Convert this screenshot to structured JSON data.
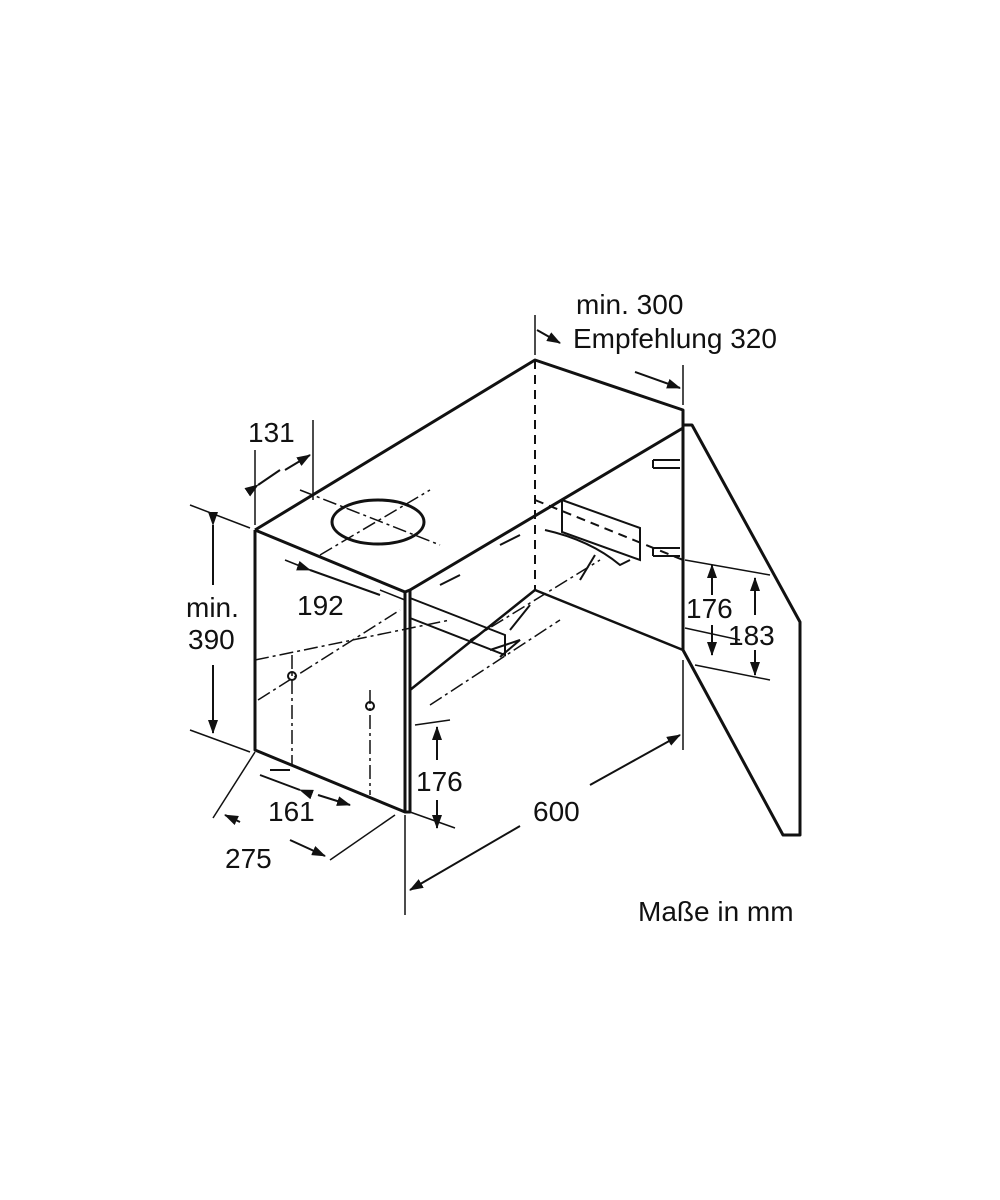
{
  "labels": {
    "min_300": "min. 300",
    "empfehlung_320": "Empfehlung 320",
    "dim_131": "131",
    "dim_192": "192",
    "min": "min.",
    "dim_390": "390",
    "dim_176_right": "176",
    "dim_183": "183",
    "dim_176_bottom": "176",
    "dim_161": "161",
    "dim_275": "275",
    "dim_600": "600",
    "units": "Maße in mm"
  },
  "colors": {
    "line": "#111111",
    "background": "#ffffff"
  }
}
